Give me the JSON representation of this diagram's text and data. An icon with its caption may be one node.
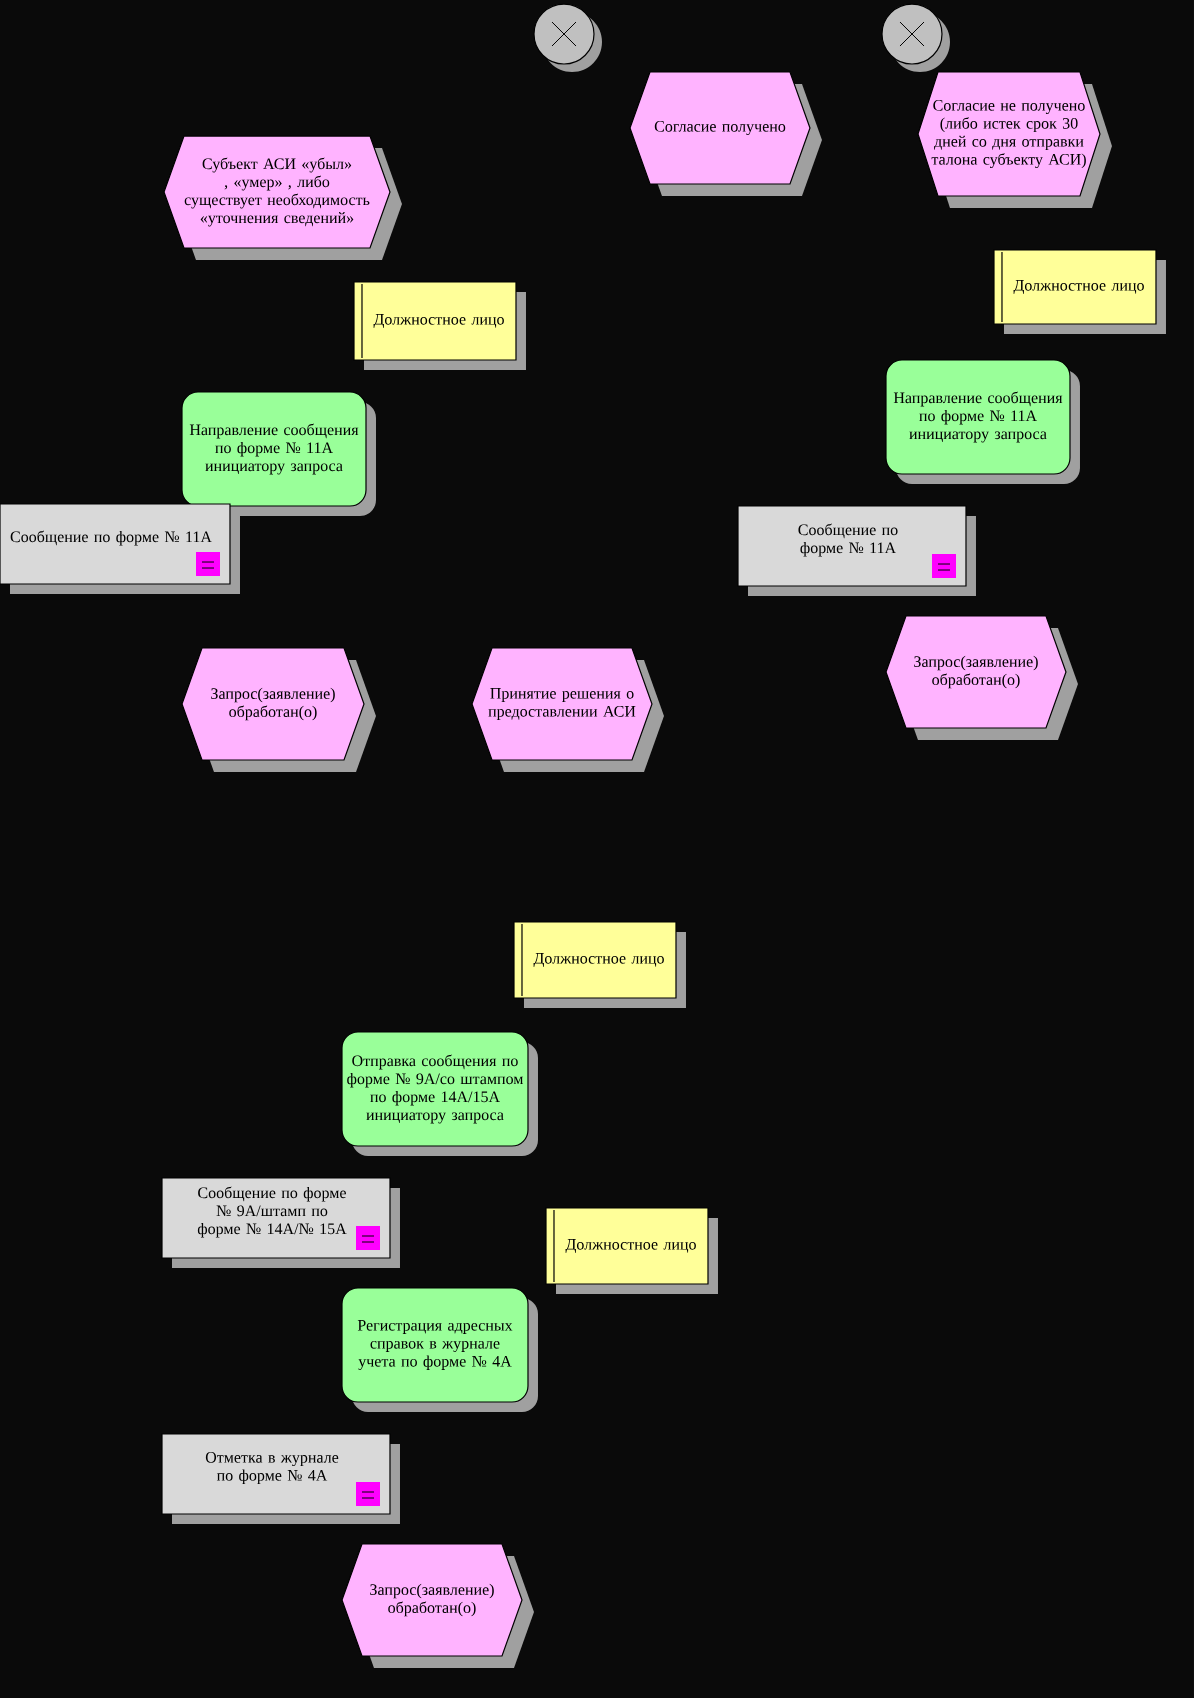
{
  "diagram": {
    "nodes": [
      {
        "text": [],
        "shape": "circle"
      },
      {
        "text": [],
        "shape": "circle"
      },
      {
        "text": [
          "Субъект АСИ «убыл» , «умер» , либо существует необходимость «уточнения сведений»"
        ]
      },
      {
        "text": [
          "Согласие получено"
        ]
      },
      {
        "text": [
          "Согласие не получено (либо истек срок 30 дней со дня отправки талона субъекту АСИ)"
        ]
      },
      {
        "text": [
          "Должностное лицо"
        ]
      },
      {
        "text": [
          "Направление сообщения по форме № 11А инициатору запроса"
        ]
      },
      {
        "text": [
          "Сообщение по форме № 11А"
        ]
      },
      {
        "text": [
          "Должностное лицо"
        ]
      },
      {
        "text": [
          "Направление сообщения по форме № 11А инициатору запроса"
        ]
      },
      {
        "text": [
          "Сообщение по форме № 11А"
        ]
      },
      {
        "text": [
          "Запрос(заявление) обработан(о)"
        ]
      },
      {
        "text": [
          "Принятие решения о предоставлении АСИ"
        ]
      },
      {
        "text": [
          "Запрос(заявление) обработан(о)"
        ]
      },
      {
        "text": [
          "Должностное лицо"
        ]
      },
      {
        "text": [
          "Отправка сообщения по форме № 9А/со штампом по форме 14А/15А инициатору запроса"
        ]
      },
      {
        "text": [
          "Сообщение по форме № 9А/штамп по форме № 14А/№ 15А"
        ]
      },
      {
        "text": [
          "Должностное лицо"
        ]
      },
      {
        "text": [
          "Регистрация адресных справок в журнале учета по форме № 4А"
        ]
      },
      {
        "text": [
          "Отметка в журнале по форме № 4А"
        ]
      },
      {
        "text": [
          "Запрос(заявление) обработан(о)"
        ]
      }
    ]
  }
}
